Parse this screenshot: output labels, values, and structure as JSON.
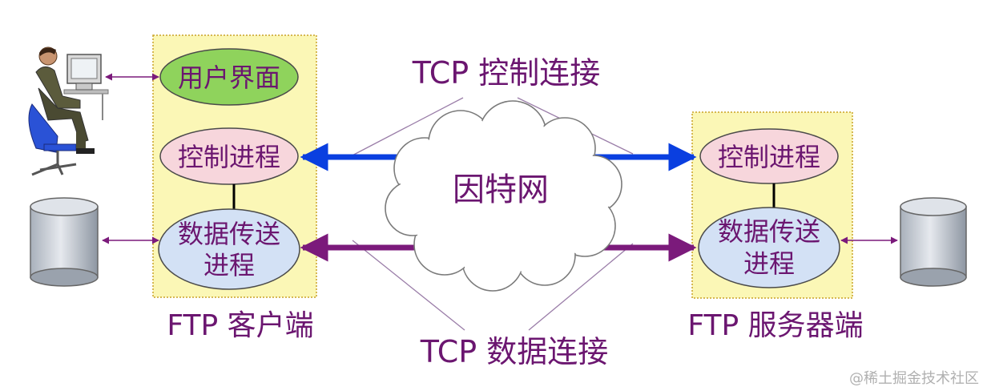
{
  "client": {
    "ui_label": "用户界面",
    "control_label": "控制进程",
    "data_label_line1": "数据传送",
    "data_label_line2": "进程",
    "caption": "FTP 客户端"
  },
  "server": {
    "control_label": "控制进程",
    "data_label_line1": "数据传送",
    "data_label_line2": "进程",
    "caption": "FTP 服务器端"
  },
  "network": {
    "cloud_label": "因特网",
    "control_connection_label": "TCP 控制连接",
    "data_connection_label": "TCP 数据连接"
  },
  "watermark": "@稀土掘金技术社区",
  "colors": {
    "panel_fill": "#fbf7b6",
    "ui_fill": "#8fd35c",
    "control_fill": "#f7d6dc",
    "data_fill": "#d3e1f5",
    "text_purple": "#6b1670",
    "control_arrow": "#0a3fe0",
    "data_arrow": "#7b1a7b"
  }
}
